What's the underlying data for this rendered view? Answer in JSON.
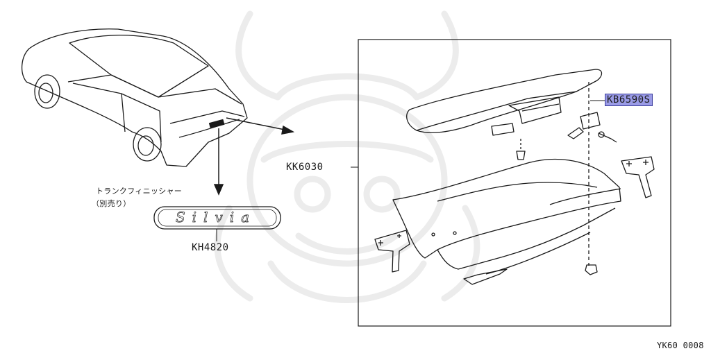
{
  "labels": {
    "kb6590s": "KB6590S",
    "kk6030": "KK6030",
    "kh4820": "KH4820",
    "trunk_finisher": "トランクフィニッシャー",
    "sold_separately": "（別売り）",
    "figure_id": "YK60 0008"
  },
  "emblem": {
    "script_text": "Silvia"
  },
  "colors": {
    "highlight": "#9a9be6",
    "line": "#1a1a1a",
    "watermark": "#ededed"
  },
  "icons": [
    "car-outline-icon",
    "arrow-right-icon",
    "arrow-down-icon",
    "watermark-helmet-icon"
  ]
}
